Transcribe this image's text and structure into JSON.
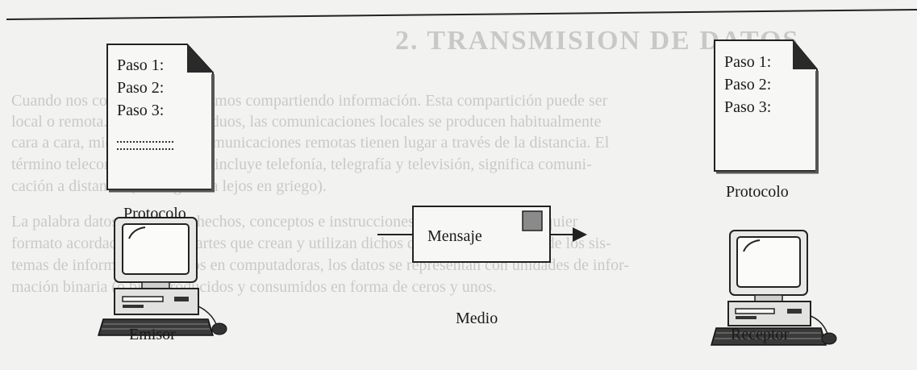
{
  "sender": {
    "protocol_doc": {
      "steps": [
        "Paso 1:",
        "Paso 2:",
        "Paso 3:"
      ]
    },
    "protocol_label": "Protocolo",
    "device_label": "Emisor"
  },
  "receiver": {
    "protocol_doc": {
      "steps": [
        "Paso 1:",
        "Paso 2:",
        "Paso 3:"
      ]
    },
    "protocol_label": "Protocolo",
    "device_label": "Receptor"
  },
  "medium": {
    "message_label": "Mensaje",
    "label": "Medio"
  },
  "background_text": {
    "heading": "2. TRANSMISION DE DATOS",
    "lines": [
      "Cuando nos comunicamos, estamos compartiendo información. Esta compartición puede ser",
      "local o remota. Entre los individuos, las comunicaciones locales se producen habitualmente",
      "cara a cara, mientras que las comunicaciones remotas tienen lugar a través de la distancia. El",
      "término telecomunicación, que incluye telefonía, telegrafía y televisión, significa comuni-",
      "cación a distancia (tele significa lejos en griego).",
      "La palabra datos se refiere a hechos, conceptos e instrucciones presentados en cualquier",
      "formato acordado entre las partes que crean y utilizan dichos datos. En el contexto de los sis-",
      "temas de información basados en computadoras, los datos se representan con unidades de infor-",
      "mación binaria (o bits) producidos y consumidos en forma de ceros y unos."
    ]
  }
}
